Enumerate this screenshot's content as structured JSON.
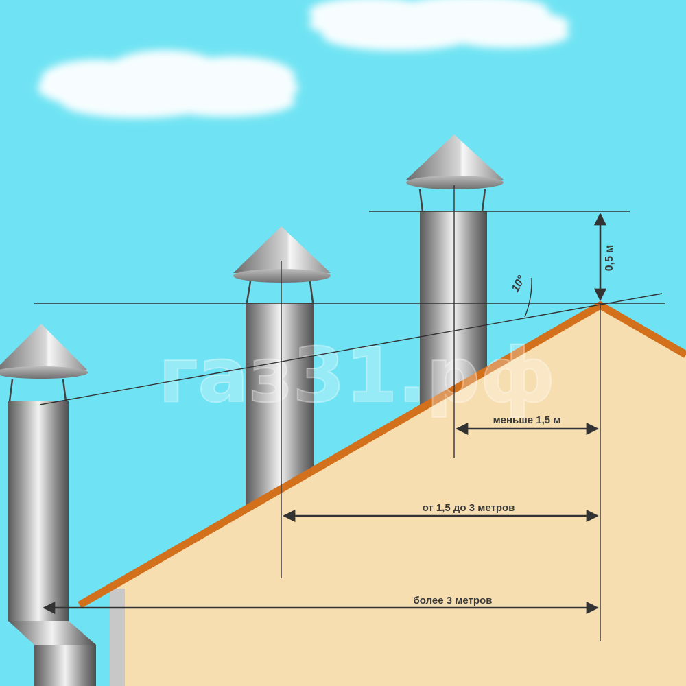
{
  "watermark": "газ31.рф",
  "labels": {
    "height": "0,5 м",
    "angle": "10°",
    "dist_short": "меньше 1,5 м",
    "dist_mid": "от 1,5 до 3 метров",
    "dist_far": "более 3 метров"
  },
  "colors": {
    "sky": "#6fe3f3",
    "roof_edge": "#d2701c",
    "wall": "#f7deb1",
    "line": "#333333"
  }
}
